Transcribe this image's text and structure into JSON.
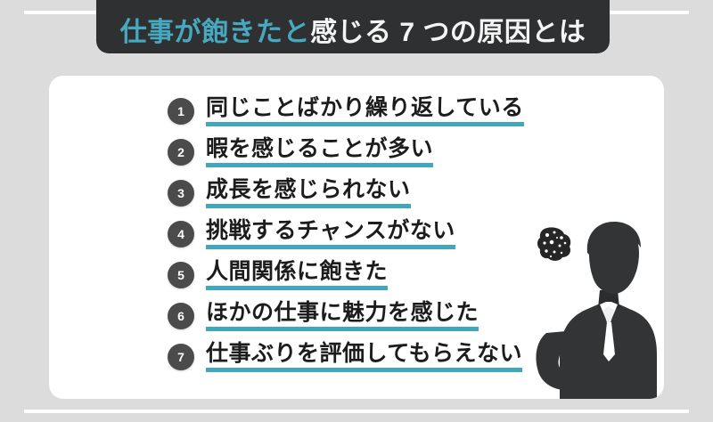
{
  "page": {
    "background_color": "#dcdcdc",
    "card_color": "#ffffff",
    "accent_color": "#3fa8bd",
    "banner_color": "#2f3031",
    "badge_color": "#4b4b4b"
  },
  "header": {
    "title_accent": "仕事が飽きたと",
    "title_plain": "感じる 7 つの原因とは",
    "full_title": "仕事が飽きたと感じる 7 つの原因とは"
  },
  "list": {
    "items": [
      {
        "number": "1",
        "text": "同じことばかり繰り返している"
      },
      {
        "number": "2",
        "text": "暇を感じることが多い"
      },
      {
        "number": "3",
        "text": "成長を感じられない"
      },
      {
        "number": "4",
        "text": "挑戦するチャンスがない"
      },
      {
        "number": "5",
        "text": "人間関係に飽きた"
      },
      {
        "number": "6",
        "text": "ほかの仕事に魅力を感じた"
      },
      {
        "number": "7",
        "text": "仕事ぶりを評価してもらえない"
      }
    ]
  },
  "illustration": {
    "person_label": "thinking-businessman-silhouette",
    "scribble_label": "tangled-thought-scribble"
  }
}
